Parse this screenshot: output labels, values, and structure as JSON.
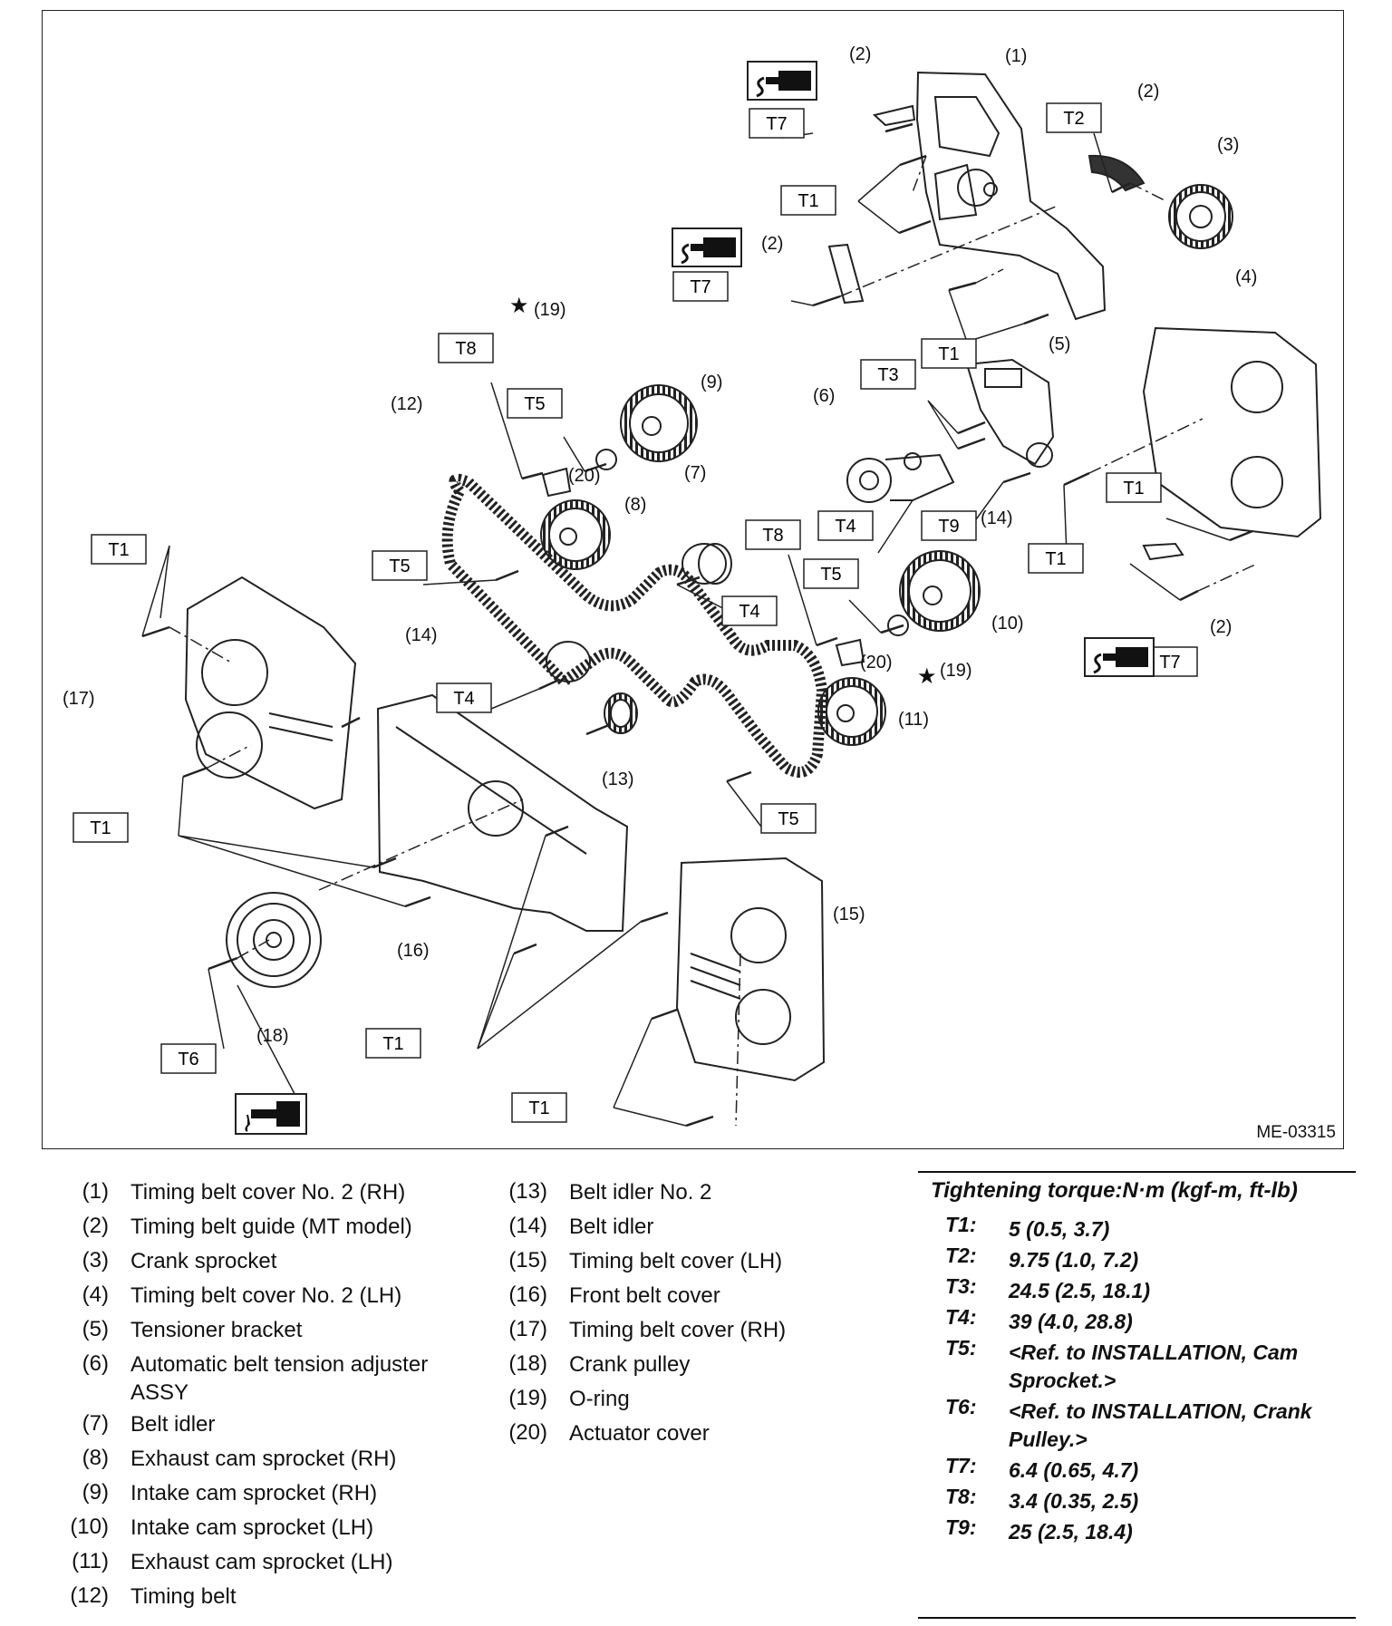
{
  "drawing_code": "ME-03315",
  "callouts": {
    "c1": "(1)",
    "c2a": "(2)",
    "c2b": "(2)",
    "c2c": "(2)",
    "c2d": "(2)",
    "c3": "(3)",
    "c4": "(4)",
    "c5": "(5)",
    "c6": "(6)",
    "c7": "(7)",
    "c8": "(8)",
    "c9": "(9)",
    "c10": "(10)",
    "c11": "(11)",
    "c12": "(12)",
    "c13": "(13)",
    "c14a": "(14)",
    "c14b": "(14)",
    "c15": "(15)",
    "c16": "(16)",
    "c17": "(17)",
    "c18": "(18)",
    "c19a": "(19)",
    "c19b": "(19)",
    "c20a": "(20)",
    "c20b": "(20)"
  },
  "torque_tags": {
    "t7a": "T7",
    "t2": "T2",
    "t1a": "T1",
    "t7b": "T7",
    "t1b": "T1",
    "t3": "T3",
    "t8a": "T8",
    "t5a": "T5",
    "t4a": "T4",
    "t9": "T9",
    "t1c": "T1",
    "t1d": "T1",
    "t5b": "T5",
    "t8b": "T8",
    "t4b": "T4",
    "t5c": "T5",
    "t7c": "T7",
    "t1e": "T1",
    "t4c": "T4",
    "t5d": "T5",
    "t1f": "T1",
    "t1g": "T1",
    "t6": "T6",
    "t1h": "T1"
  },
  "star_symbol": "★",
  "legend": {
    "left": [
      {
        "num": "(1)",
        "name": "Timing belt cover No. 2 (RH)"
      },
      {
        "num": "(2)",
        "name": "Timing belt guide (MT model)"
      },
      {
        "num": "(3)",
        "name": "Crank sprocket"
      },
      {
        "num": "(4)",
        "name": "Timing belt cover No. 2 (LH)"
      },
      {
        "num": "(5)",
        "name": "Tensioner bracket"
      },
      {
        "num": "(6)",
        "name": "Automatic belt tension adjuster ASSY"
      },
      {
        "num": "(7)",
        "name": "Belt idler"
      },
      {
        "num": "(8)",
        "name": "Exhaust cam sprocket (RH)"
      },
      {
        "num": "(9)",
        "name": "Intake cam sprocket (RH)"
      },
      {
        "num": "(10)",
        "name": "Intake cam sprocket (LH)"
      },
      {
        "num": "(11)",
        "name": "Exhaust cam sprocket (LH)"
      },
      {
        "num": "(12)",
        "name": "Timing belt"
      }
    ],
    "right": [
      {
        "num": "(13)",
        "name": "Belt idler No. 2"
      },
      {
        "num": "(14)",
        "name": "Belt idler"
      },
      {
        "num": "(15)",
        "name": "Timing belt cover (LH)"
      },
      {
        "num": "(16)",
        "name": "Front belt cover"
      },
      {
        "num": "(17)",
        "name": "Timing belt cover (RH)"
      },
      {
        "num": "(18)",
        "name": "Crank pulley"
      },
      {
        "num": "(19)",
        "name": "O-ring"
      },
      {
        "num": "(20)",
        "name": "Actuator cover"
      }
    ]
  },
  "torque": {
    "title": "Tightening torque:N·m (kgf-m, ft-lb)",
    "rows": [
      {
        "code": "T1:",
        "value": "5 (0.5, 3.7)"
      },
      {
        "code": "T2:",
        "value": "9.75 (1.0, 7.2)"
      },
      {
        "code": "T3:",
        "value": "24.5 (2.5, 18.1)"
      },
      {
        "code": "T4:",
        "value": "39 (4.0, 28.8)"
      },
      {
        "code": "T5:",
        "value": "<Ref. to INSTALLATION, Cam Sprocket.>"
      },
      {
        "code": "T6:",
        "value": "<Ref. to INSTALLATION, Crank Pulley.>"
      },
      {
        "code": "T7:",
        "value": "6.4 (0.65, 4.7)"
      },
      {
        "code": "T8:",
        "value": "3.4 (0.35, 2.5)"
      },
      {
        "code": "T9:",
        "value": "25 (2.5, 18.4)"
      }
    ]
  }
}
